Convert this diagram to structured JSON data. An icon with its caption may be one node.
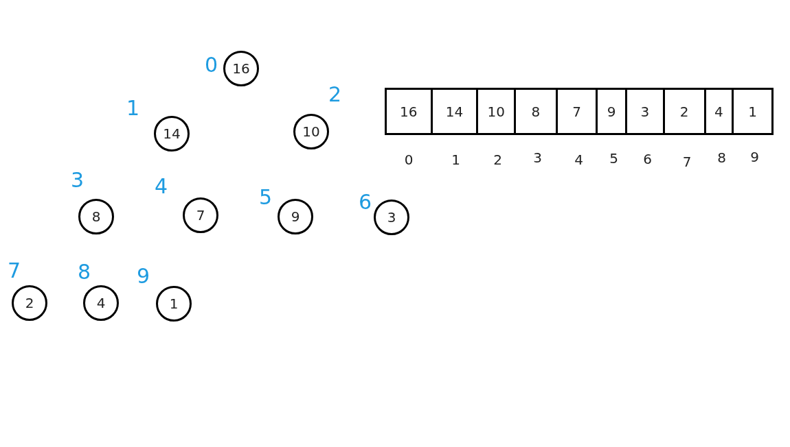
{
  "diagram": {
    "nodes": [
      {
        "text": [
          "16"
        ],
        "beside": [
          "0"
        ]
      },
      {
        "text": [
          "14"
        ],
        "beside": [
          "1"
        ]
      },
      {
        "text": [
          "10"
        ],
        "beside": [
          "2"
        ]
      },
      {
        "text": [
          "8"
        ],
        "beside": [
          "3"
        ]
      },
      {
        "text": [
          "7"
        ],
        "beside": [
          "4"
        ]
      },
      {
        "text": [
          "9"
        ],
        "beside": [
          "5"
        ]
      },
      {
        "text": [
          "3"
        ],
        "beside": [
          "6"
        ]
      },
      {
        "text": [
          "2"
        ],
        "beside": [
          "7"
        ]
      },
      {
        "text": [
          "4"
        ],
        "beside": [
          "8"
        ]
      },
      {
        "text": [
          "1"
        ],
        "beside": [
          "9"
        ]
      }
    ],
    "edges": [],
    "labels": [
      "16",
      "14",
      "10",
      "8",
      "7",
      "9",
      "3",
      "2",
      "4",
      "1",
      "0",
      "1",
      "2",
      "3",
      "4",
      "5",
      "6",
      "7",
      "8",
      "9"
    ]
  }
}
